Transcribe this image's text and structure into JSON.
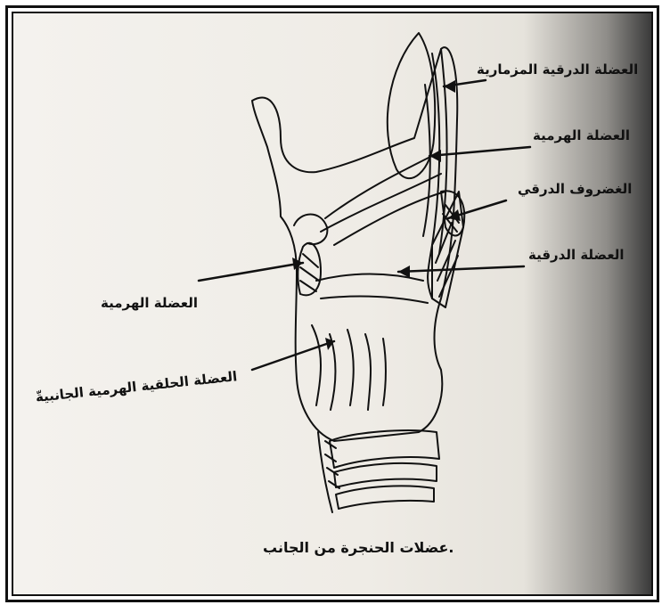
{
  "labels": {
    "thyro_epiglottic": "العضلة الدرقية المزمارية",
    "arytenoid_right": "العضلة الهرمية",
    "thyroid_cartilage": "الغضروف الدرقي",
    "thyroid_muscle": "العضلة الدرقية",
    "arytenoid_left": "العضلة الهرمية",
    "lateral_cricoarytenoid": "العضلة الحلقية الهرمية الجانبيةّ"
  },
  "caption": ".عضلات الحنجرة من الجانب",
  "colors": {
    "ink": "#111111",
    "paper": "#f2efea"
  }
}
